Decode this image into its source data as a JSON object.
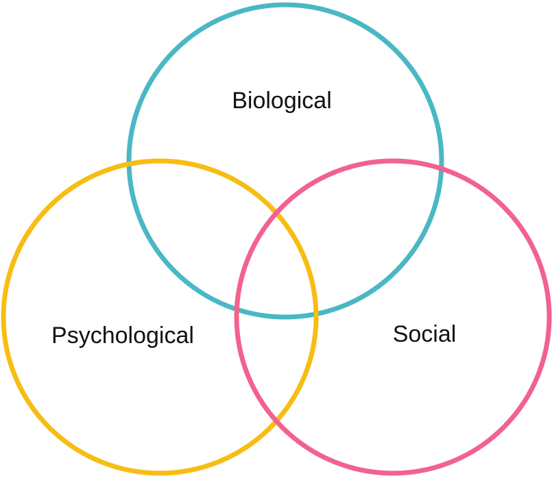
{
  "diagram": {
    "type": "venn",
    "sets": [
      {
        "label": "Biological",
        "color": "#4ab8c4"
      },
      {
        "label": "Psychological",
        "color": "#f7bd14"
      },
      {
        "label": "Social",
        "color": "#f2628f"
      }
    ]
  }
}
